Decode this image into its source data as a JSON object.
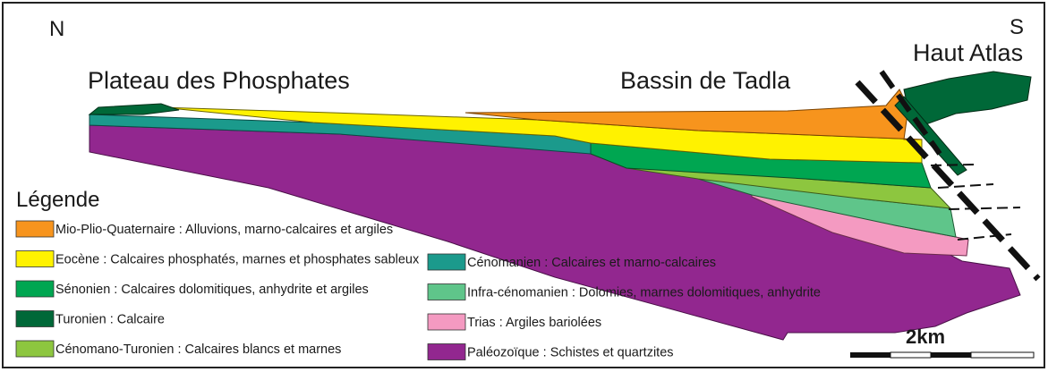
{
  "section": {
    "north_label": "N",
    "south_label": "S",
    "regions": {
      "plateau": "Plateau des Phosphates",
      "bassin": "Bassin de Tadla",
      "atlas": "Haut Atlas"
    },
    "scale_label": "2km"
  },
  "legend": {
    "title": "Légende",
    "items": [
      {
        "id": "mio",
        "label": "Mio-Plio-Quaternaire : Alluvions, marno-calcaires et argiles",
        "color": "#f7941d"
      },
      {
        "id": "eocene",
        "label": "Eocène : Calcaires phosphatés, marnes et phosphates sableux",
        "color": "#fff200"
      },
      {
        "id": "senonien",
        "label": "Sénonien : Calcaires dolomitiques, anhydrite et argiles",
        "color": "#00a651"
      },
      {
        "id": "turonien",
        "label": "Turonien : Calcaire",
        "color": "#006838"
      },
      {
        "id": "cenoturonien",
        "label": "Cénomano-Turonien : Calcaires blancs et marnes",
        "color": "#8dc63f"
      },
      {
        "id": "cenomanien",
        "label": "Cénomanien : Calcaires et marno-calcaires",
        "color": "#1b9a8c"
      },
      {
        "id": "infracenomanien",
        "label": "Infra-cénomanien : Dolomies, marnes dolomitiques, anhydrite",
        "color": "#5fc58a"
      },
      {
        "id": "trias",
        "label": "Trias : Argiles bariolées",
        "color": "#f49ac1"
      },
      {
        "id": "paleozoique",
        "label": "Paléozoïque : Schistes et quartzites",
        "color": "#92278f"
      }
    ]
  }
}
